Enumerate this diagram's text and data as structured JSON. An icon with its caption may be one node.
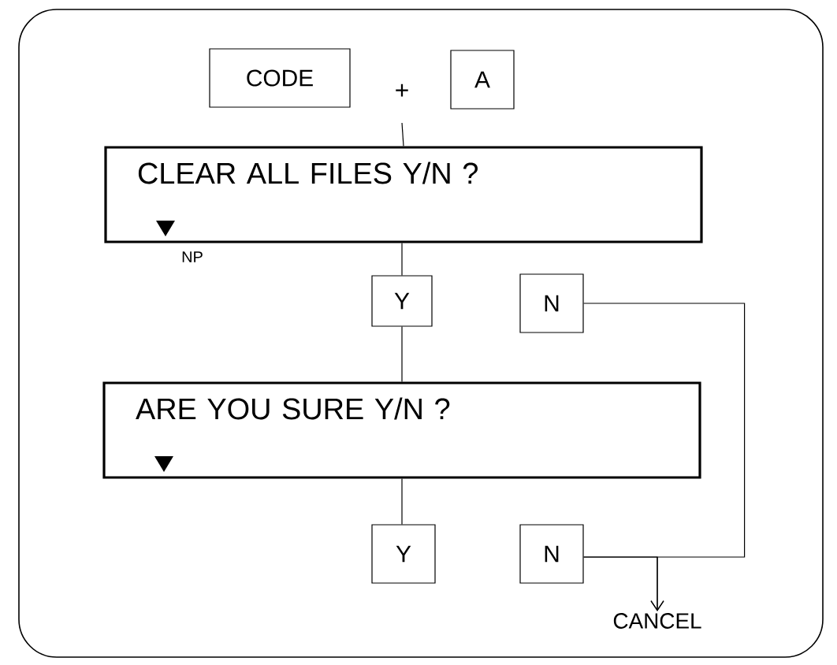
{
  "diagram": {
    "nodes": [
      {
        "text": [
          "CODE"
        ]
      },
      {
        "text": [
          "A"
        ]
      },
      {
        "text": [
          "CLEAR ALL FILES Y/N ?"
        ]
      },
      {
        "text": [
          "Y"
        ]
      },
      {
        "text": [
          "N"
        ]
      },
      {
        "text": [
          "ARE YOU SURE Y/N ?"
        ]
      },
      {
        "text": [
          "Y"
        ]
      },
      {
        "text": [
          "N"
        ]
      },
      {
        "text": [
          "CANCEL"
        ]
      }
    ],
    "edges": [
      {
        "from": null,
        "to": 2,
        "arrow": "none"
      },
      {
        "from": 2,
        "to": 3,
        "arrow": "none"
      },
      {
        "from": 3,
        "to": 5,
        "arrow": "none"
      },
      {
        "from": 5,
        "to": 6,
        "arrow": "none"
      },
      {
        "from": 4,
        "to": 8,
        "arrow": "to"
      },
      {
        "from": 7,
        "to": 8,
        "arrow": "to"
      }
    ],
    "labels": [
      "+",
      "NP"
    ]
  }
}
